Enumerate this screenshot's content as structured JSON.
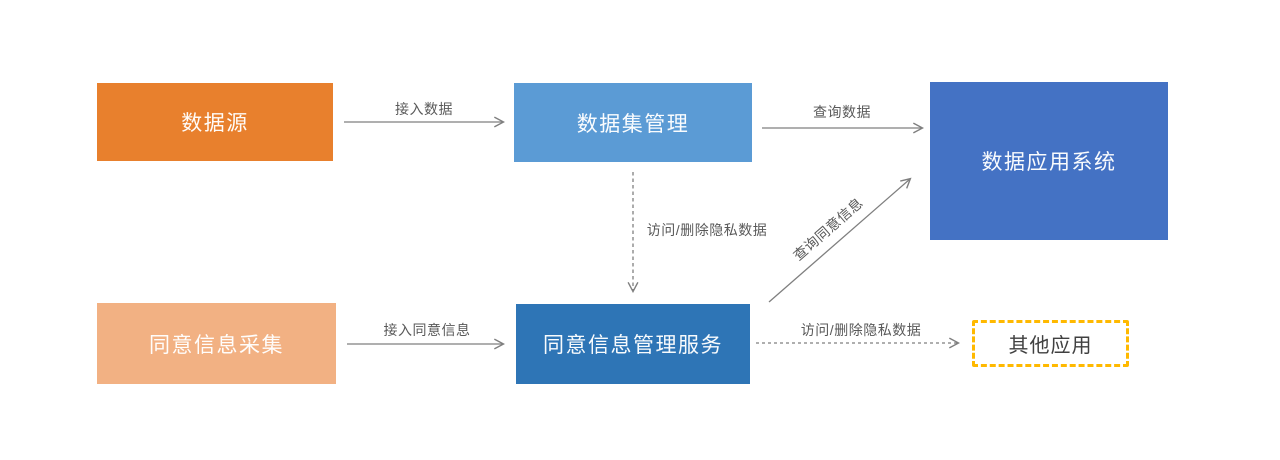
{
  "diagram": {
    "type": "flow-diagram",
    "background": "#FFFFFF",
    "edge_line_color": "#7F7F7F",
    "edge_label_color": "#595959",
    "nodes": {
      "data_source": {
        "label": "数据源",
        "color": "#E8802D",
        "shape": "solid-rect"
      },
      "dataset_mgmt": {
        "label": "数据集管理",
        "color": "#5B9BD5",
        "shape": "solid-rect"
      },
      "data_app_system": {
        "label": "数据应用系统",
        "color": "#4472C4",
        "shape": "solid-rect"
      },
      "consent_collect": {
        "label": "同意信息采集",
        "color": "#F2B183",
        "shape": "solid-rect"
      },
      "consent_mgmt": {
        "label": "同意信息管理服务",
        "color": "#2E75B6",
        "shape": "solid-rect"
      },
      "other_apps": {
        "label": "其他应用",
        "border_color": "#FFB900",
        "text_color": "#404040",
        "shape": "dashed-rect"
      }
    },
    "edges": {
      "ingest_data": {
        "label": "接入数据",
        "from": "数据源",
        "to": "数据集管理",
        "style": "solid"
      },
      "query_data": {
        "label": "查询数据",
        "from": "数据集管理",
        "to": "数据应用系统",
        "style": "solid"
      },
      "access_delete_private_1": {
        "label": "访问/删除隐私数据",
        "from": "数据集管理",
        "to": "同意信息管理服务",
        "style": "dashed"
      },
      "ingest_consent": {
        "label": "接入同意信息",
        "from": "同意信息采集",
        "to": "同意信息管理服务",
        "style": "solid"
      },
      "query_consent": {
        "label": "查询同意信息",
        "from": "同意信息管理服务",
        "to": "数据应用系统",
        "style": "solid"
      },
      "access_delete_private_2": {
        "label": "访问/删除隐私数据",
        "from": "同意信息管理服务",
        "to": "其他应用",
        "style": "dashed"
      }
    }
  }
}
